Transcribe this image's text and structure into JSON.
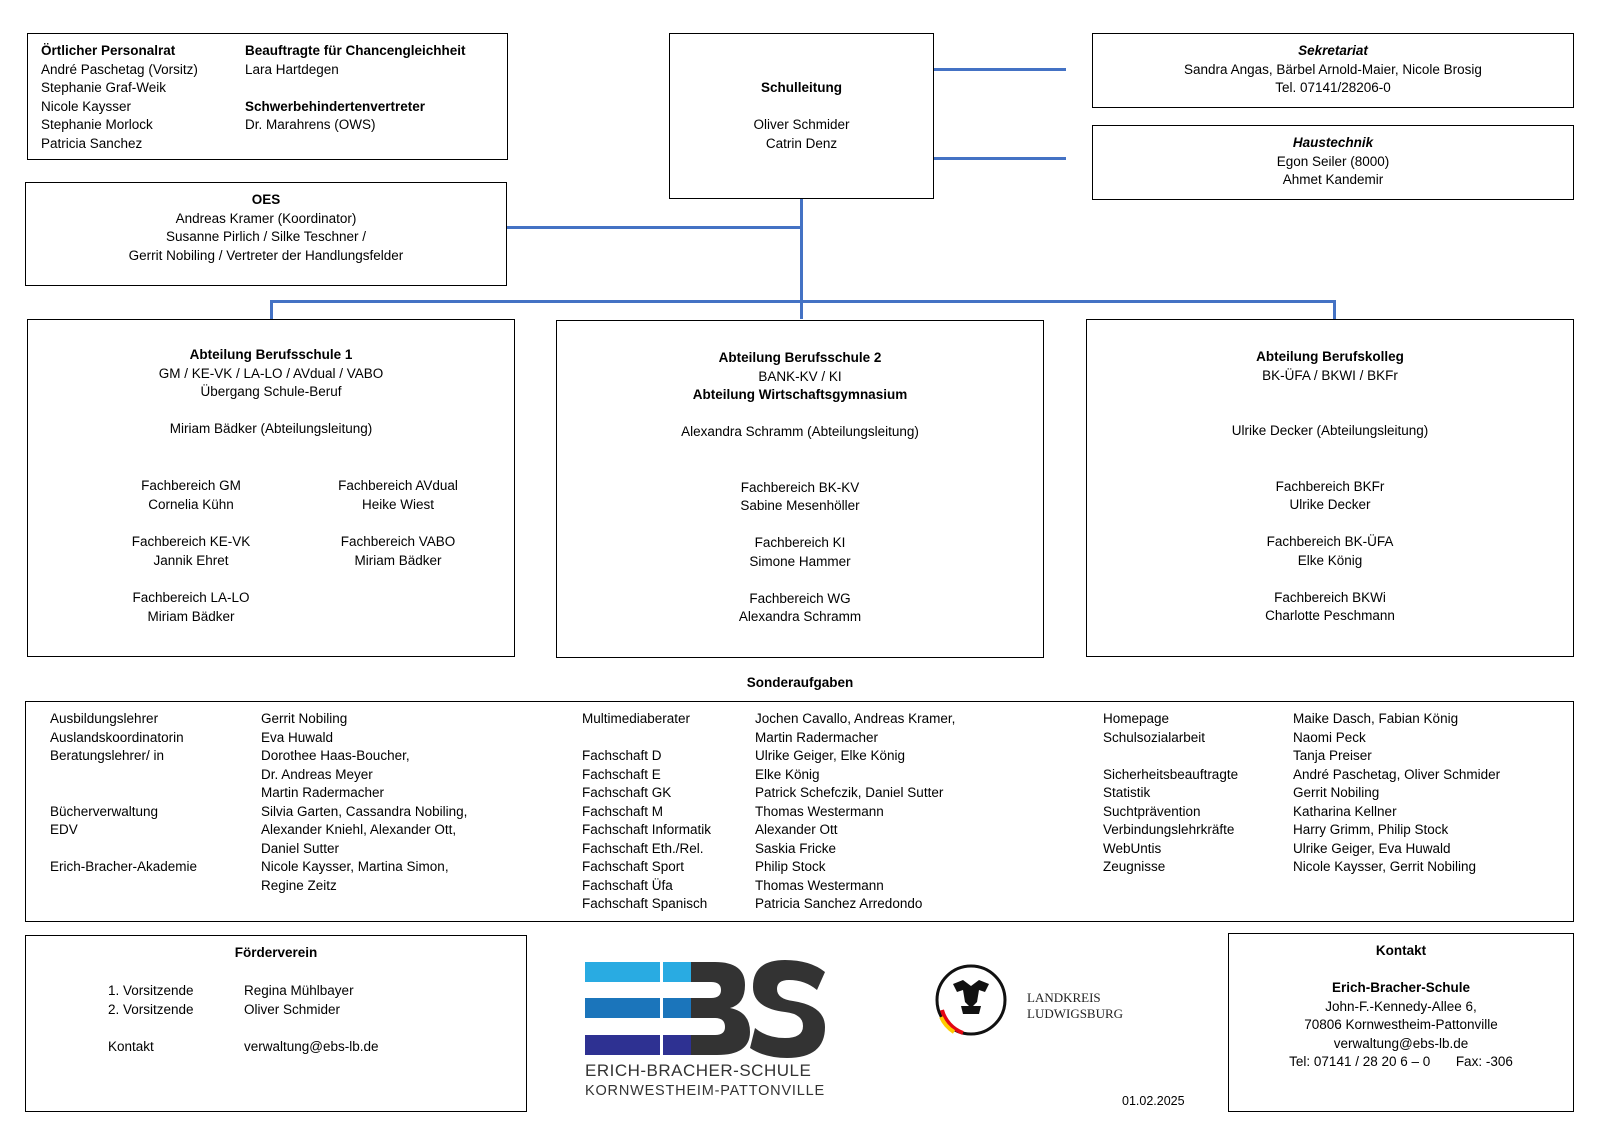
{
  "personalrat": {
    "title": "Örtlicher Personalrat",
    "members": [
      "André Paschetag (Vorsitz)",
      "Stephanie Graf-Weik",
      "Nicole Kaysser",
      "Stephanie Morlock",
      "Patricia Sanchez"
    ],
    "chancen_title": "Beauftragte für Chancengleichheit",
    "chancen_name": "Lara Hartdegen",
    "schwb_title": "Schwerbehindertenvertreter",
    "schwb_name": "Dr. Marahrens (OWS)"
  },
  "oes": {
    "title": "OES",
    "lines": [
      "Andreas Kramer (Koordinator)",
      "Susanne Pirlich / Silke Teschner /",
      "Gerrit Nobiling / Vertreter der Handlungsfelder"
    ]
  },
  "schulleitung": {
    "title": "Schulleitung",
    "names": [
      "Oliver Schmider",
      "Catrin Denz"
    ]
  },
  "sekretariat": {
    "title": "Sekretariat",
    "names": "Sandra Angas, Bärbel Arnold-Maier, Nicole Brosig",
    "tel": "Tel. 07141/28206-0"
  },
  "haustechnik": {
    "title": "Haustechnik",
    "names": [
      "Egon Seiler (8000)",
      "Ahmet Kandemir"
    ]
  },
  "bs1": {
    "title": "Abteilung Berufsschule 1",
    "sub1": "GM / KE-VK / LA-LO / AVdual / VABO",
    "sub2": "Übergang Schule-Beruf",
    "leitung": "Miriam Bädker (Abteilungsleitung)",
    "fb": [
      {
        "name": "Fachbereich GM",
        "person": "Cornelia Kühn"
      },
      {
        "name": "Fachbereich AVdual",
        "person": "Heike Wiest"
      },
      {
        "name": "Fachbereich KE-VK",
        "person": "Jannik Ehret"
      },
      {
        "name": "Fachbereich VABO",
        "person": "Miriam Bädker"
      },
      {
        "name": "Fachbereich LA-LO",
        "person": "Miriam Bädker"
      }
    ]
  },
  "bs2": {
    "title": "Abteilung Berufsschule 2",
    "sub1": "BANK-KV / KI",
    "title2": "Abteilung Wirtschaftsgymnasium",
    "leitung": "Alexandra Schramm (Abteilungsleitung)",
    "fb": [
      {
        "name": "Fachbereich BK-KV",
        "person": "Sabine Mesenhöller"
      },
      {
        "name": "Fachbereich KI",
        "person": "Simone Hammer"
      },
      {
        "name": "Fachbereich WG",
        "person": "Alexandra Schramm"
      }
    ]
  },
  "bk": {
    "title": "Abteilung Berufskolleg",
    "sub1": "BK-ÜFA / BKWI / BKFr",
    "leitung": "Ulrike Decker (Abteilungsleitung)",
    "fb": [
      {
        "name": "Fachbereich BKFr",
        "person": "Ulrike Decker"
      },
      {
        "name": "Fachbereich BK-ÜFA",
        "person": "Elke König"
      },
      {
        "name": "Fachbereich BKWi",
        "person": "Charlotte Peschmann"
      }
    ]
  },
  "sonder": {
    "title": "Sonderaufgaben",
    "c1_labels": [
      "Ausbildungslehrer",
      "Auslandskoordinatorin",
      "Beratungslehrer/ in",
      "",
      "",
      "Bücherverwaltung",
      "EDV",
      "",
      "Erich-Bracher-Akademie"
    ],
    "c1_values": [
      "Gerrit Nobiling",
      "Eva Huwald",
      "Dorothee Haas-Boucher,",
      "Dr. Andreas Meyer",
      "Martin Radermacher",
      "Silvia Garten, Cassandra Nobiling,",
      "Alexander Kniehl, Alexander Ott,",
      "Daniel Sutter",
      "Nicole Kaysser, Martina Simon,",
      "Regine Zeitz"
    ],
    "c2_labels": [
      "Multimediaberater",
      "",
      "Fachschaft D",
      "Fachschaft E",
      "Fachschaft GK",
      "Fachschaft M",
      "Fachschaft Informatik",
      "Fachschaft Eth./Rel.",
      "Fachschaft Sport",
      "Fachschaft Üfa",
      "Fachschaft Spanisch"
    ],
    "c2_values": [
      "Jochen Cavallo, Andreas Kramer,",
      "Martin Radermacher",
      "Ulrike Geiger, Elke König",
      "Elke König",
      "Patrick Schefczik, Daniel Sutter",
      "Thomas Westermann",
      "Alexander Ott",
      "Saskia Fricke",
      "Philip Stock",
      "Thomas Westermann",
      "Patricia Sanchez Arredondo"
    ],
    "c3_labels": [
      "Homepage",
      "Schulsozialarbeit",
      "",
      "Sicherheitsbeauftragte",
      "Statistik",
      "Suchtprävention",
      "Verbindungslehrkräfte",
      "WebUntis",
      "Zeugnisse"
    ],
    "c3_values": [
      "Maike Dasch, Fabian König",
      "Naomi Peck",
      "Tanja Preiser",
      "André Paschetag, Oliver Schmider",
      "Gerrit Nobiling",
      "Katharina Kellner",
      "Harry Grimm, Philip Stock",
      "Ulrike Geiger, Eva Huwald",
      "Nicole Kaysser, Gerrit Nobiling"
    ]
  },
  "foerderverein": {
    "title": "Förderverein",
    "rows": [
      {
        "label": "1. Vorsitzende",
        "value": "Regina Mühlbayer"
      },
      {
        "label": "2. Vorsitzende",
        "value": "Oliver Schmider"
      },
      {
        "label": "Kontakt",
        "value": "verwaltung@ebs-lb.de"
      }
    ]
  },
  "logo": {
    "letters": "EBS",
    "line1": "ERICH-BRACHER-SCHULE",
    "line2": "KORNWESTHEIM-PATTONVILLE",
    "colors": {
      "light": "#29abe2",
      "mid": "#1b75bb",
      "dark": "#2e3192",
      "gray": "#333333"
    }
  },
  "landkreis": {
    "line1": "LANDKREIS",
    "line2": "LUDWIGSBURG"
  },
  "date": "01.02.2025",
  "kontakt": {
    "title": "Kontakt",
    "school": "Erich-Bracher-Schule",
    "street": "John-F.-Kennedy-Allee 6,",
    "city": "70806 Kornwestheim-Pattonville",
    "email": "verwaltung@ebs-lb.de",
    "tel": "Tel: 07141 / 28 20 6 – 0",
    "fax": "Fax: -306"
  },
  "connector_color": "#4472c4"
}
